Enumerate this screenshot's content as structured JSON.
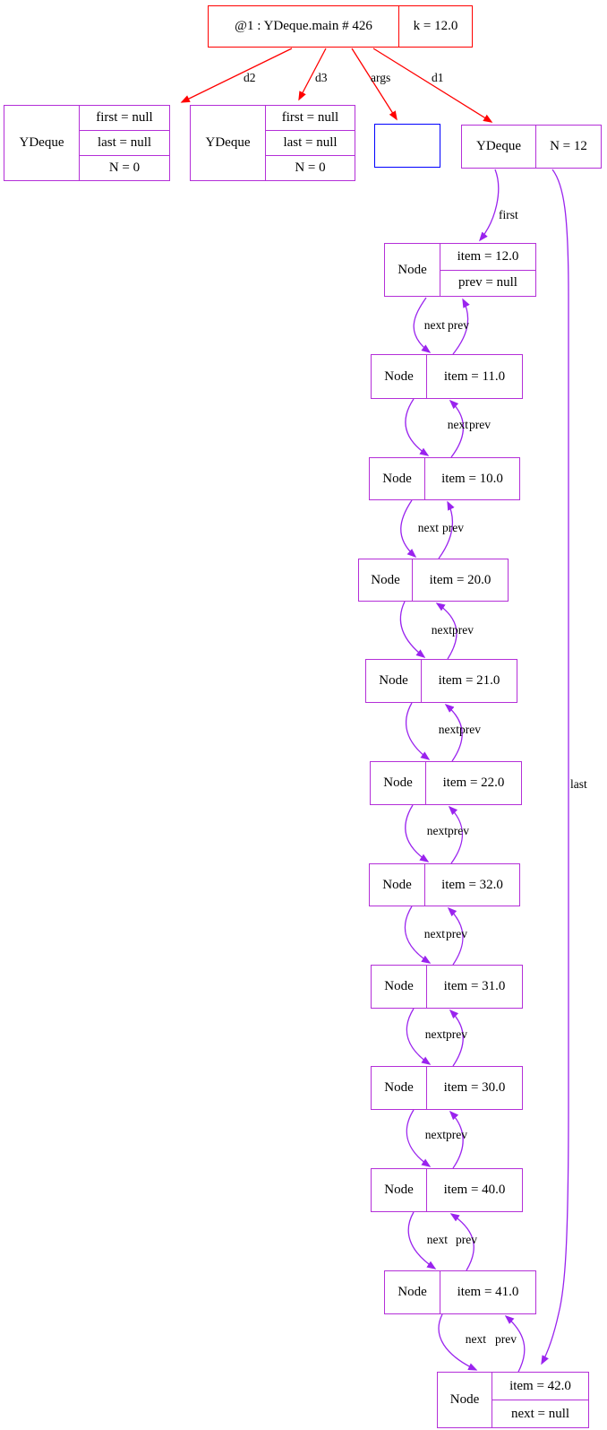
{
  "colors": {
    "frame": "#ff0000",
    "object": "#b42fd8",
    "edge": "#9a23ee",
    "argsb": "#0000ff",
    "ink": "#000000",
    "bg": "#ffffff"
  },
  "frame": {
    "title": "@1 : YDeque.main # 426",
    "field": "k = 12.0"
  },
  "frame_edges": [
    {
      "label": "d2"
    },
    {
      "label": "d3"
    },
    {
      "label": "args"
    },
    {
      "label": "d1"
    }
  ],
  "deques": [
    {
      "type": "YDeque",
      "fields": [
        "first = null",
        "last = null",
        "N = 0"
      ]
    },
    {
      "type": "YDeque",
      "fields": [
        "first = null",
        "last = null",
        "N = 0"
      ]
    },
    {
      "type": "YDeque",
      "fields": [
        "N = 12"
      ]
    }
  ],
  "deque_edge_labels": {
    "first": "first",
    "last": "last"
  },
  "link_labels": {
    "next": "next",
    "prev": "prev"
  },
  "nodes": [
    {
      "type": "Node",
      "fields": [
        "item = 12.0",
        "prev = null"
      ]
    },
    {
      "type": "Node",
      "fields": [
        "item = 11.0"
      ]
    },
    {
      "type": "Node",
      "fields": [
        "item = 10.0"
      ]
    },
    {
      "type": "Node",
      "fields": [
        "item = 20.0"
      ]
    },
    {
      "type": "Node",
      "fields": [
        "item = 21.0"
      ]
    },
    {
      "type": "Node",
      "fields": [
        "item = 22.0"
      ]
    },
    {
      "type": "Node",
      "fields": [
        "item = 32.0"
      ]
    },
    {
      "type": "Node",
      "fields": [
        "item = 31.0"
      ]
    },
    {
      "type": "Node",
      "fields": [
        "item = 30.0"
      ]
    },
    {
      "type": "Node",
      "fields": [
        "item = 40.0"
      ]
    },
    {
      "type": "Node",
      "fields": [
        "item = 41.0"
      ]
    },
    {
      "type": "Node",
      "fields": [
        "item = 42.0",
        "next = null"
      ]
    }
  ]
}
